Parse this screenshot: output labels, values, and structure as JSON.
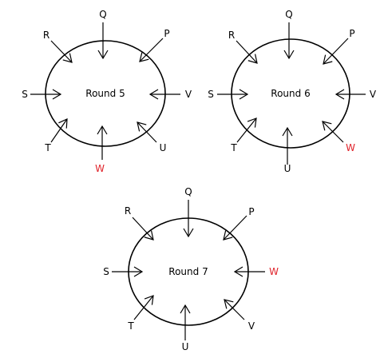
{
  "colors": {
    "default_label": "#000000",
    "highlight_label": "#e0222a",
    "outline": "#000000"
  },
  "rounds": [
    {
      "title": "Round 5",
      "arrows": [
        {
          "label": "Q",
          "highlight": false
        },
        {
          "label": "P",
          "highlight": false
        },
        {
          "label": "V",
          "highlight": false
        },
        {
          "label": "U",
          "highlight": false
        },
        {
          "label": "W",
          "highlight": true
        },
        {
          "label": "T",
          "highlight": false
        },
        {
          "label": "S",
          "highlight": false
        },
        {
          "label": "R",
          "highlight": false
        }
      ]
    },
    {
      "title": "Round 6",
      "arrows": [
        {
          "label": "Q",
          "highlight": false
        },
        {
          "label": "P",
          "highlight": false
        },
        {
          "label": "V",
          "highlight": false
        },
        {
          "label": "W",
          "highlight": true
        },
        {
          "label": "U",
          "highlight": false
        },
        {
          "label": "T",
          "highlight": false
        },
        {
          "label": "S",
          "highlight": false
        },
        {
          "label": "R",
          "highlight": false
        }
      ]
    },
    {
      "title": "Round 7",
      "arrows": [
        {
          "label": "Q",
          "highlight": false
        },
        {
          "label": "P",
          "highlight": false
        },
        {
          "label": "W",
          "highlight": true
        },
        {
          "label": "V",
          "highlight": false
        },
        {
          "label": "U",
          "highlight": false
        },
        {
          "label": "T",
          "highlight": false
        },
        {
          "label": "S",
          "highlight": false
        },
        {
          "label": "R",
          "highlight": false
        }
      ]
    }
  ]
}
